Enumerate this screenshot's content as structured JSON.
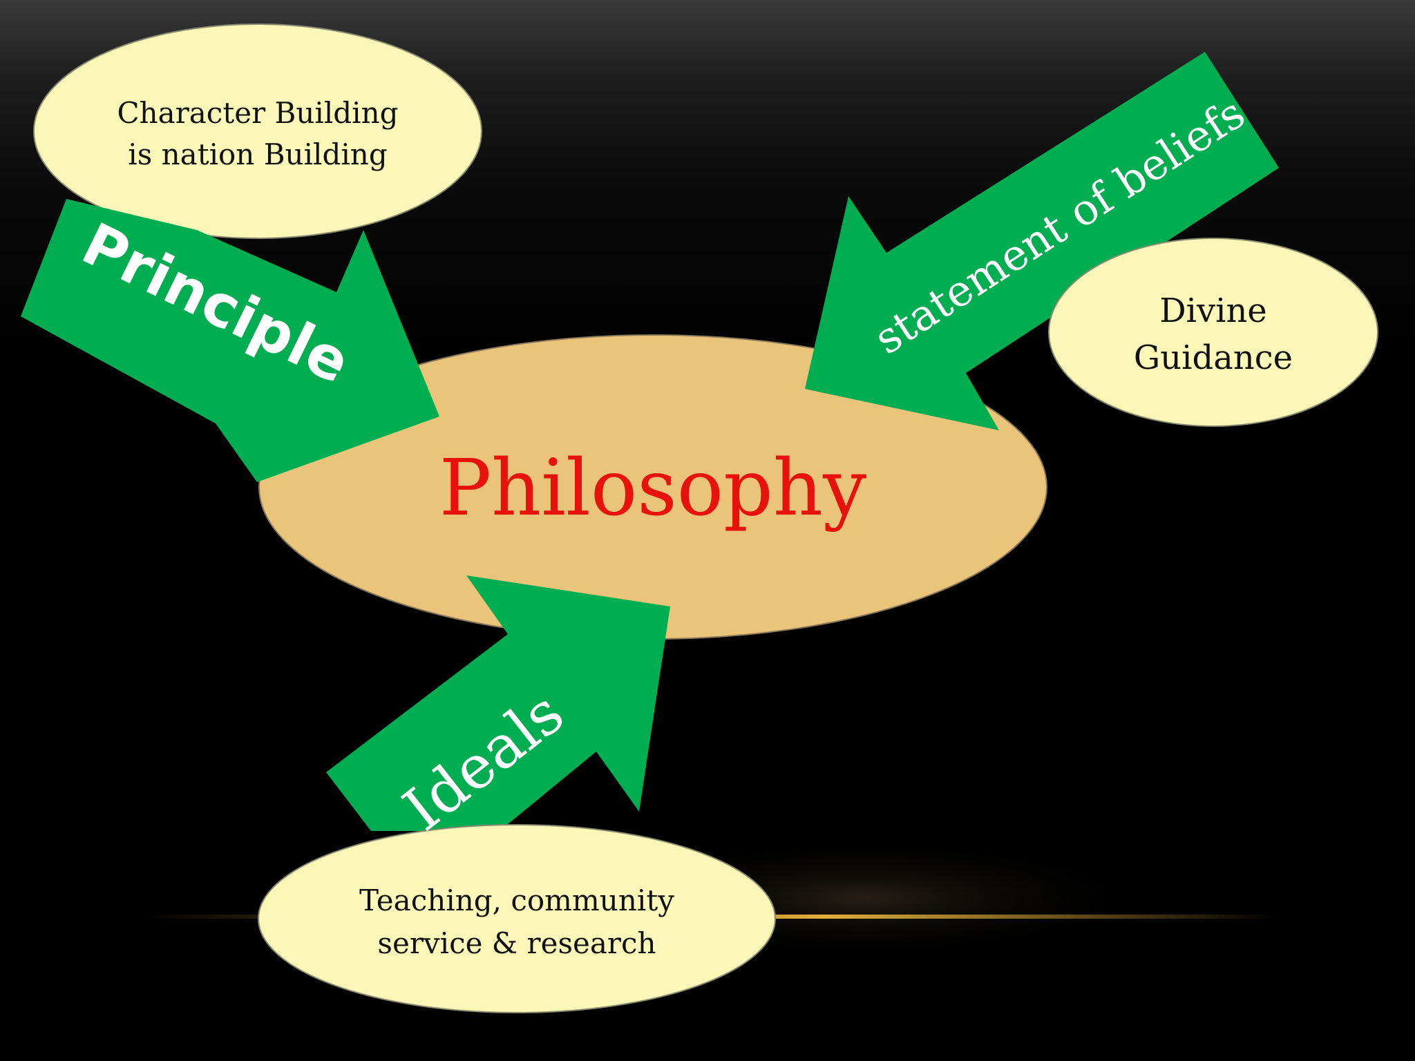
{
  "center": {
    "label": "Philosophy",
    "fill": "#EBC47B",
    "text_color": "#E8120C"
  },
  "arrows": {
    "fill": "#00AD50",
    "text_color": "#FFFFFF",
    "principle": "Principle",
    "statement": "statement of  beliefs",
    "ideals": "Ideals"
  },
  "bubbles": {
    "fill": "#FBF7B8",
    "text_color": "#111111",
    "character": {
      "line1": "Character Building",
      "line2": "is nation Building"
    },
    "divine": {
      "line1": "Divine",
      "line2": "Guidance"
    },
    "teaching": {
      "line1": "Teaching, community",
      "line2": "service & research"
    }
  },
  "accent": "#D6A030"
}
